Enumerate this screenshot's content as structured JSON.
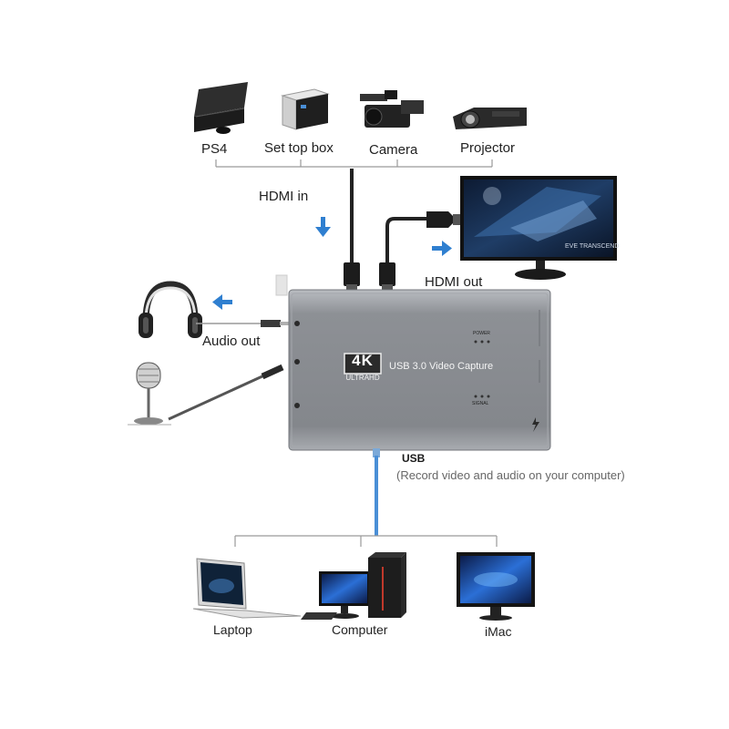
{
  "sources": {
    "ps4": "PS4",
    "set_top_box": "Set top box",
    "camera": "Camera",
    "projector": "Projector"
  },
  "connections": {
    "hdmi_in": "HDMI in",
    "hdmi_out": "HDMI out",
    "audio_out": "Audio out",
    "usb": "USB",
    "usb_note": "(Record video and audio on your computer)"
  },
  "device": {
    "badge_main": "4K",
    "badge_sub": "ULTRAHD",
    "name": "USB 3.0 Video Capture",
    "power_label": "POWER",
    "signal_label": "SIGNAL"
  },
  "monitor_screen_text": "EVE TRANSCEND",
  "computers": {
    "laptop": "Laptop",
    "computer": "Computer",
    "imac": "iMac"
  },
  "colors": {
    "arrow_blue": "#2f7fd0",
    "usb_cable_blue": "#4a8fd6",
    "device_gray": "#8c8f94",
    "line_gray": "#9a9a9a"
  }
}
